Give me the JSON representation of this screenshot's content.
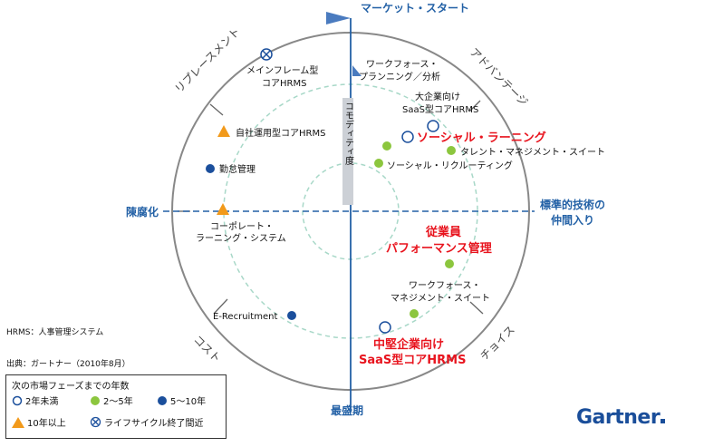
{
  "axes": {
    "top": "マーケット・スタート",
    "bottom": "最盛期",
    "left": "陳腐化",
    "right_line1": "標準的技術の",
    "right_line2": "仲間入り",
    "center_vertical": "コモディティ度"
  },
  "quadrants": {
    "top_left": "リプレースメント",
    "top_right": "アドバンテージ",
    "bottom_left": "コスト",
    "bottom_right": "チョイス"
  },
  "items": {
    "mainframe": {
      "line1": "メインフレーム型",
      "line2": "コアHRMS"
    },
    "inhouse": "自社運用型コアHRMS",
    "attendance": "勤怠管理",
    "corp_learning": {
      "line1": "コーポレート・",
      "line2": "ラーニング・システム"
    },
    "erecruitment": "E-Recruitment",
    "workforce_planning": {
      "line1": "ワークフォース・",
      "line2": "プランニング／分析"
    },
    "large_saas": {
      "line1": "大企業向け",
      "line2": "SaaS型コアHRMS"
    },
    "social_learning": "ソーシャル・ラーニング",
    "talent_suite": "タレント・マネジメント・スイート",
    "social_recruiting": "ソーシャル・リクルーティング",
    "employee_perf": {
      "line1": "従業員",
      "line2": "パフォーマンス管理"
    },
    "workforce_suite": {
      "line1": "ワークフォース・",
      "line2": "マネジメント・スイート"
    },
    "mid_saas": {
      "line1": "中堅企業向け",
      "line2": "SaaS型コアHRMS"
    }
  },
  "notes": {
    "hrms": "HRMS：人事管理システム",
    "source": "出典：ガートナー（2010年8月）"
  },
  "legend": {
    "title": "次の市場フェーズまでの年数",
    "lt2": "2年未満",
    "y2to5": "2～5年",
    "y5to10": "5～10年",
    "gt10": "10年以上",
    "eol": "ライフサイクル終了間近"
  },
  "brand": "Gartner",
  "colors": {
    "axis_blue": "#2361a6",
    "green": "#8cc63e",
    "navy": "#1b4f9c",
    "orange": "#f29a1b",
    "red": "#e8141e",
    "ring": "#888888",
    "dashed_ring": "#a8d8c8"
  }
}
